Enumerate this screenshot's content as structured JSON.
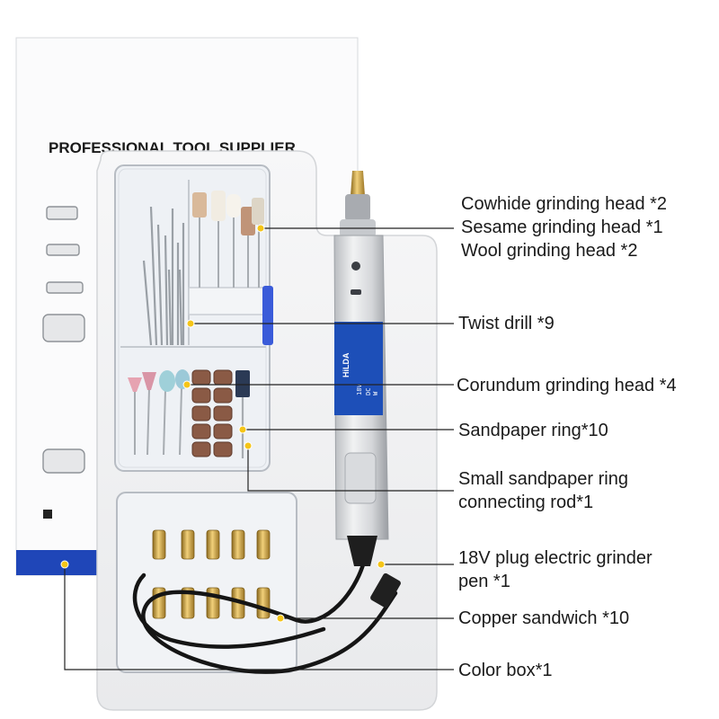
{
  "box": {
    "heading": "PROFESSIONAL TOOL SUPPLIER"
  },
  "pen": {
    "brand": "HiLDA",
    "spec_lines": [
      "18V",
      "DC",
      "W"
    ]
  },
  "labels": {
    "cowhide": "Cowhide grinding head *2",
    "sesame": "Sesame grinding head *1",
    "wool": "Wool grinding head *2",
    "twist_drill": "Twist drill *9",
    "corundum": "Corundum grinding head *4",
    "sandpaper_ring": "Sandpaper ring*10",
    "connecting_rod_1": "Small sandpaper ring",
    "connecting_rod_2": "connecting rod*1",
    "pen_1": "18V plug electric grinder",
    "pen_2": "pen *1",
    "copper": "Copper sandwich *10",
    "color_box": "Color box*1"
  },
  "colors": {
    "callout_dot": "#f5c518",
    "box_stripe": "#1f46b8",
    "pen_label": "#1d4fb8",
    "copper": "#c9a23c"
  }
}
